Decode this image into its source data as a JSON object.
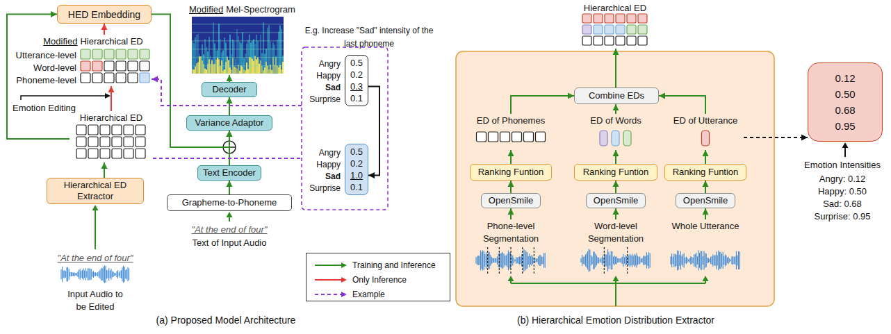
{
  "diagram": {
    "nodes": [
      {
        "text": [
          "HED Embedding"
        ]
      },
      {
        "text": [
          "Modified",
          "Hierarchical ED",
          "Utterance-level",
          "Word-level",
          "Phoneme-level"
        ]
      },
      {
        "text": [
          "Hierarchical ED"
        ]
      },
      {
        "text": [
          "Hierarchical ED Extractor"
        ]
      },
      {
        "text": [
          "Modified",
          "Mel-Spectrogram"
        ]
      },
      {
        "text": [
          "Decoder"
        ]
      },
      {
        "text": [
          "Variance Adaptor"
        ]
      },
      {
        "text": [
          "Text Encoder"
        ]
      },
      {
        "text": [
          "Grapheme-to-Phoneme"
        ]
      },
      {
        "text": [
          "E.g. Increase \"Sad\" intensity of the last phoneme"
        ]
      },
      {
        "text": [
          "0.5",
          "0.2",
          "0.3",
          "0.1"
        ],
        "in": 9
      },
      {
        "text": [
          "0.5",
          "0.2",
          "1.0",
          "0.1"
        ],
        "in": 9
      },
      {
        "text": [
          "Hierarchical ED"
        ]
      },
      {
        "text": [
          "Combine EDs"
        ]
      },
      {
        "text": [
          "ED of Phonemes"
        ]
      },
      {
        "text": [
          "ED of Words"
        ]
      },
      {
        "text": [
          "ED of Utterance"
        ]
      },
      {
        "text": [
          "Ranking Funtion"
        ]
      },
      {
        "text": [
          "Ranking Funtion"
        ]
      },
      {
        "text": [
          "Ranking Funtion"
        ]
      },
      {
        "text": [
          "OpenSmile"
        ]
      },
      {
        "text": [
          "OpenSmile"
        ]
      },
      {
        "text": [
          "OpenSmile"
        ]
      },
      {
        "text": [
          "Phone-level Segmentation"
        ]
      },
      {
        "text": [
          "Word-level Segmentation"
        ]
      },
      {
        "text": [
          "Whole Utterance"
        ]
      },
      {
        "text": [
          "0.12",
          "0.50",
          "0.68",
          "0.95"
        ]
      }
    ],
    "edges": [
      {
        "from": 2,
        "to": 0,
        "arrow": "to"
      },
      {
        "from": 1,
        "to": 0,
        "arrow": "to"
      },
      {
        "from": 2,
        "to": 1,
        "arrow": "to"
      },
      {
        "from": 3,
        "to": 2,
        "arrow": "to"
      },
      {
        "from": 0,
        "to": 6,
        "arrow": "to"
      },
      {
        "from": 7,
        "to": 6,
        "arrow": "to"
      },
      {
        "from": 6,
        "to": 5,
        "arrow": "to"
      },
      {
        "from": 5,
        "to": 4,
        "arrow": "to"
      },
      {
        "from": 8,
        "to": 7,
        "arrow": "to"
      },
      {
        "from": 2,
        "to": 9,
        "arrow": "none"
      },
      {
        "from": 9,
        "to": 1,
        "arrow": "to"
      },
      {
        "from": 10,
        "to": 11,
        "arrow": "to"
      },
      {
        "from": 13,
        "to": 12,
        "arrow": "to"
      },
      {
        "from": 14,
        "to": 13,
        "arrow": "to"
      },
      {
        "from": 15,
        "to": 13,
        "arrow": "to"
      },
      {
        "from": 16,
        "to": 13,
        "arrow": "to"
      },
      {
        "from": 17,
        "to": 14,
        "arrow": "to"
      },
      {
        "from": 18,
        "to": 15,
        "arrow": "to"
      },
      {
        "from": 19,
        "to": 16,
        "arrow": "to"
      },
      {
        "from": 20,
        "to": 17,
        "arrow": "to"
      },
      {
        "from": 21,
        "to": 18,
        "arrow": "to"
      },
      {
        "from": 22,
        "to": 19,
        "arrow": "to"
      },
      {
        "from": 23,
        "to": 20,
        "arrow": "to"
      },
      {
        "from": 24,
        "to": 21,
        "arrow": "to"
      },
      {
        "from": 25,
        "to": 22,
        "arrow": "to"
      },
      {
        "from": 16,
        "to": 26,
        "arrow": "to"
      }
    ],
    "labels": [
      "Emotion Editing",
      "\"At the end of four\"",
      "Input Audio to be Edited",
      "\"At the end of four\"",
      "Text of Input Audio",
      "Angry",
      "Happy",
      "Sad",
      "Surprise",
      "Angry",
      "Happy",
      "Sad",
      "Surprise",
      "Emotion Intensities",
      "Angry: 0.12",
      "Happy: 0.50",
      "Sad: 0.68",
      "Surprise: 0.95",
      "(a) Proposed Model Architecture",
      "(b) Hierarchical Emotion Distribution Extractor"
    ],
    "legend": [
      {
        "text": "Training and Inference"
      },
      {
        "text": "Only Inference"
      },
      {
        "text": "Example"
      }
    ]
  }
}
